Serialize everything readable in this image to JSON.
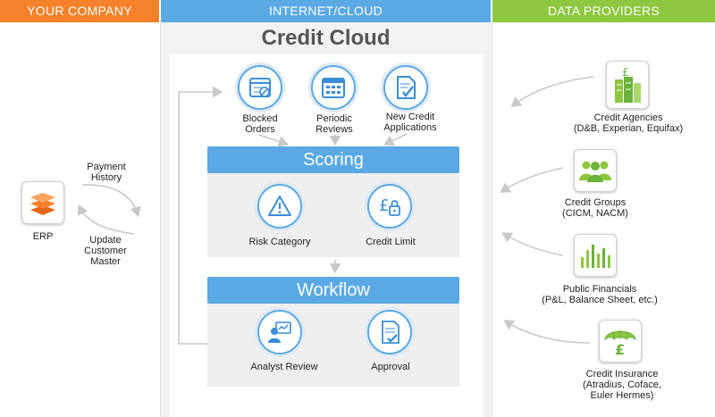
{
  "headers": {
    "company": "YOUR COMPANY",
    "cloud": "INTERNET/CLOUD",
    "data": "DATA PROVIDERS"
  },
  "cloud": {
    "title": "Credit Cloud",
    "triggers": {
      "blocked": [
        "Blocked",
        "Orders"
      ],
      "periodic": [
        "Periodic",
        "Reviews"
      ],
      "new": [
        "New Credit",
        "Applications"
      ]
    },
    "scoring": {
      "title": "Scoring",
      "risk": "Risk Category",
      "limit": "Credit Limit"
    },
    "workflow": {
      "title": "Workflow",
      "analyst": "Analyst Review",
      "approval": "Approval"
    }
  },
  "company": {
    "erp": "ERP",
    "payment": [
      "Payment",
      "History"
    ],
    "update": [
      "Update",
      "Customer",
      "Master"
    ]
  },
  "providers": {
    "agencies": [
      "Credit Agencies",
      "(D&B, Experian, Equifax)"
    ],
    "groups": [
      "Credit Groups",
      "(CICM, NACM)"
    ],
    "financials": [
      "Public Financials",
      "(P&L, Balance Sheet, etc.)"
    ],
    "insurance": [
      "Credit Insurance",
      "(Atradius, Coface,",
      "Euler Hermes)"
    ]
  },
  "colors": {
    "orange": "#f5822a",
    "blue": "#5aa9e4",
    "green": "#8dc73f"
  }
}
